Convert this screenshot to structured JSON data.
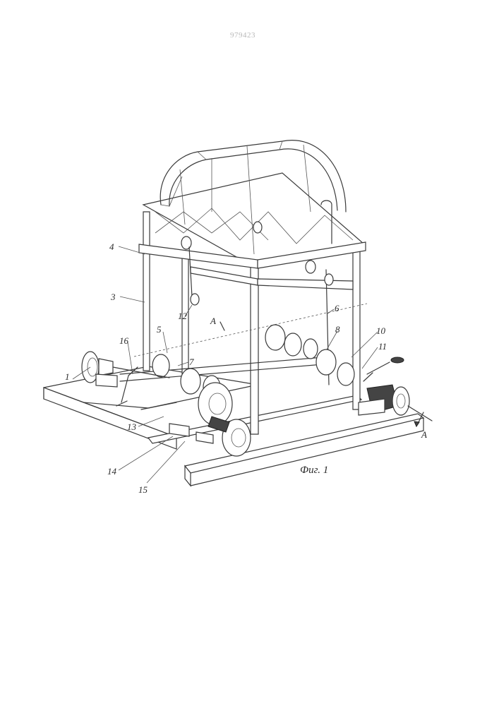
{
  "page_number": "979423",
  "caption": "Фиг. 1",
  "section_marks": [
    "A",
    "A"
  ],
  "part_labels": [
    "1",
    "3",
    "4",
    "5",
    "6",
    "7",
    "8",
    "10",
    "11",
    "12",
    "13",
    "14",
    "15",
    "16"
  ]
}
